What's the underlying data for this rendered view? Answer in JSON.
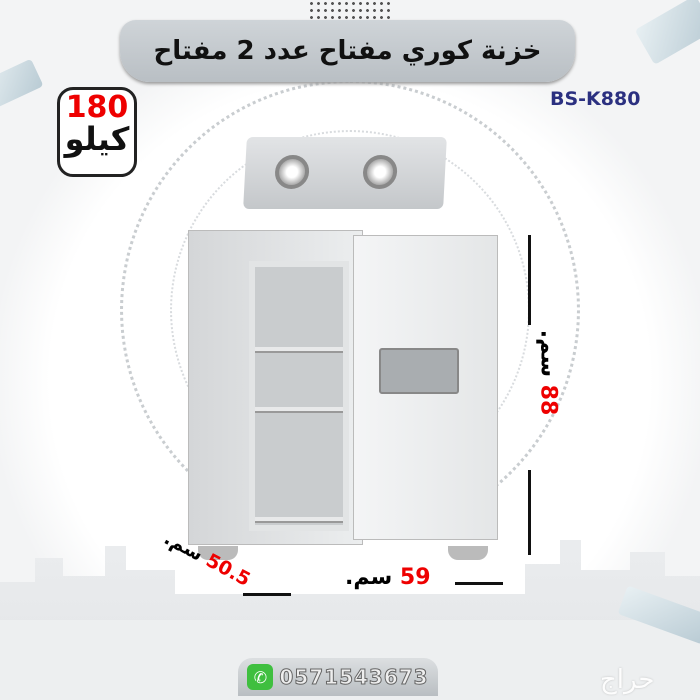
{
  "title": "خزنة كوري مفتاح عدد 2 مفتاح",
  "weight": {
    "value": "180",
    "unit": "كيلو"
  },
  "model": "BS-K880",
  "dimensions": {
    "height": {
      "value": "88",
      "unit": "سم."
    },
    "width": {
      "value": "59",
      "unit": "سم."
    },
    "depth": {
      "value": "50.5",
      "unit": "سم."
    }
  },
  "contact": {
    "icon": "whatsapp-icon",
    "phone": "0571543673"
  },
  "watermark": "حراج",
  "colors": {
    "accent_red": "#e00000",
    "model_blue": "#2b3080",
    "whatsapp_green": "#3fbf3f"
  }
}
